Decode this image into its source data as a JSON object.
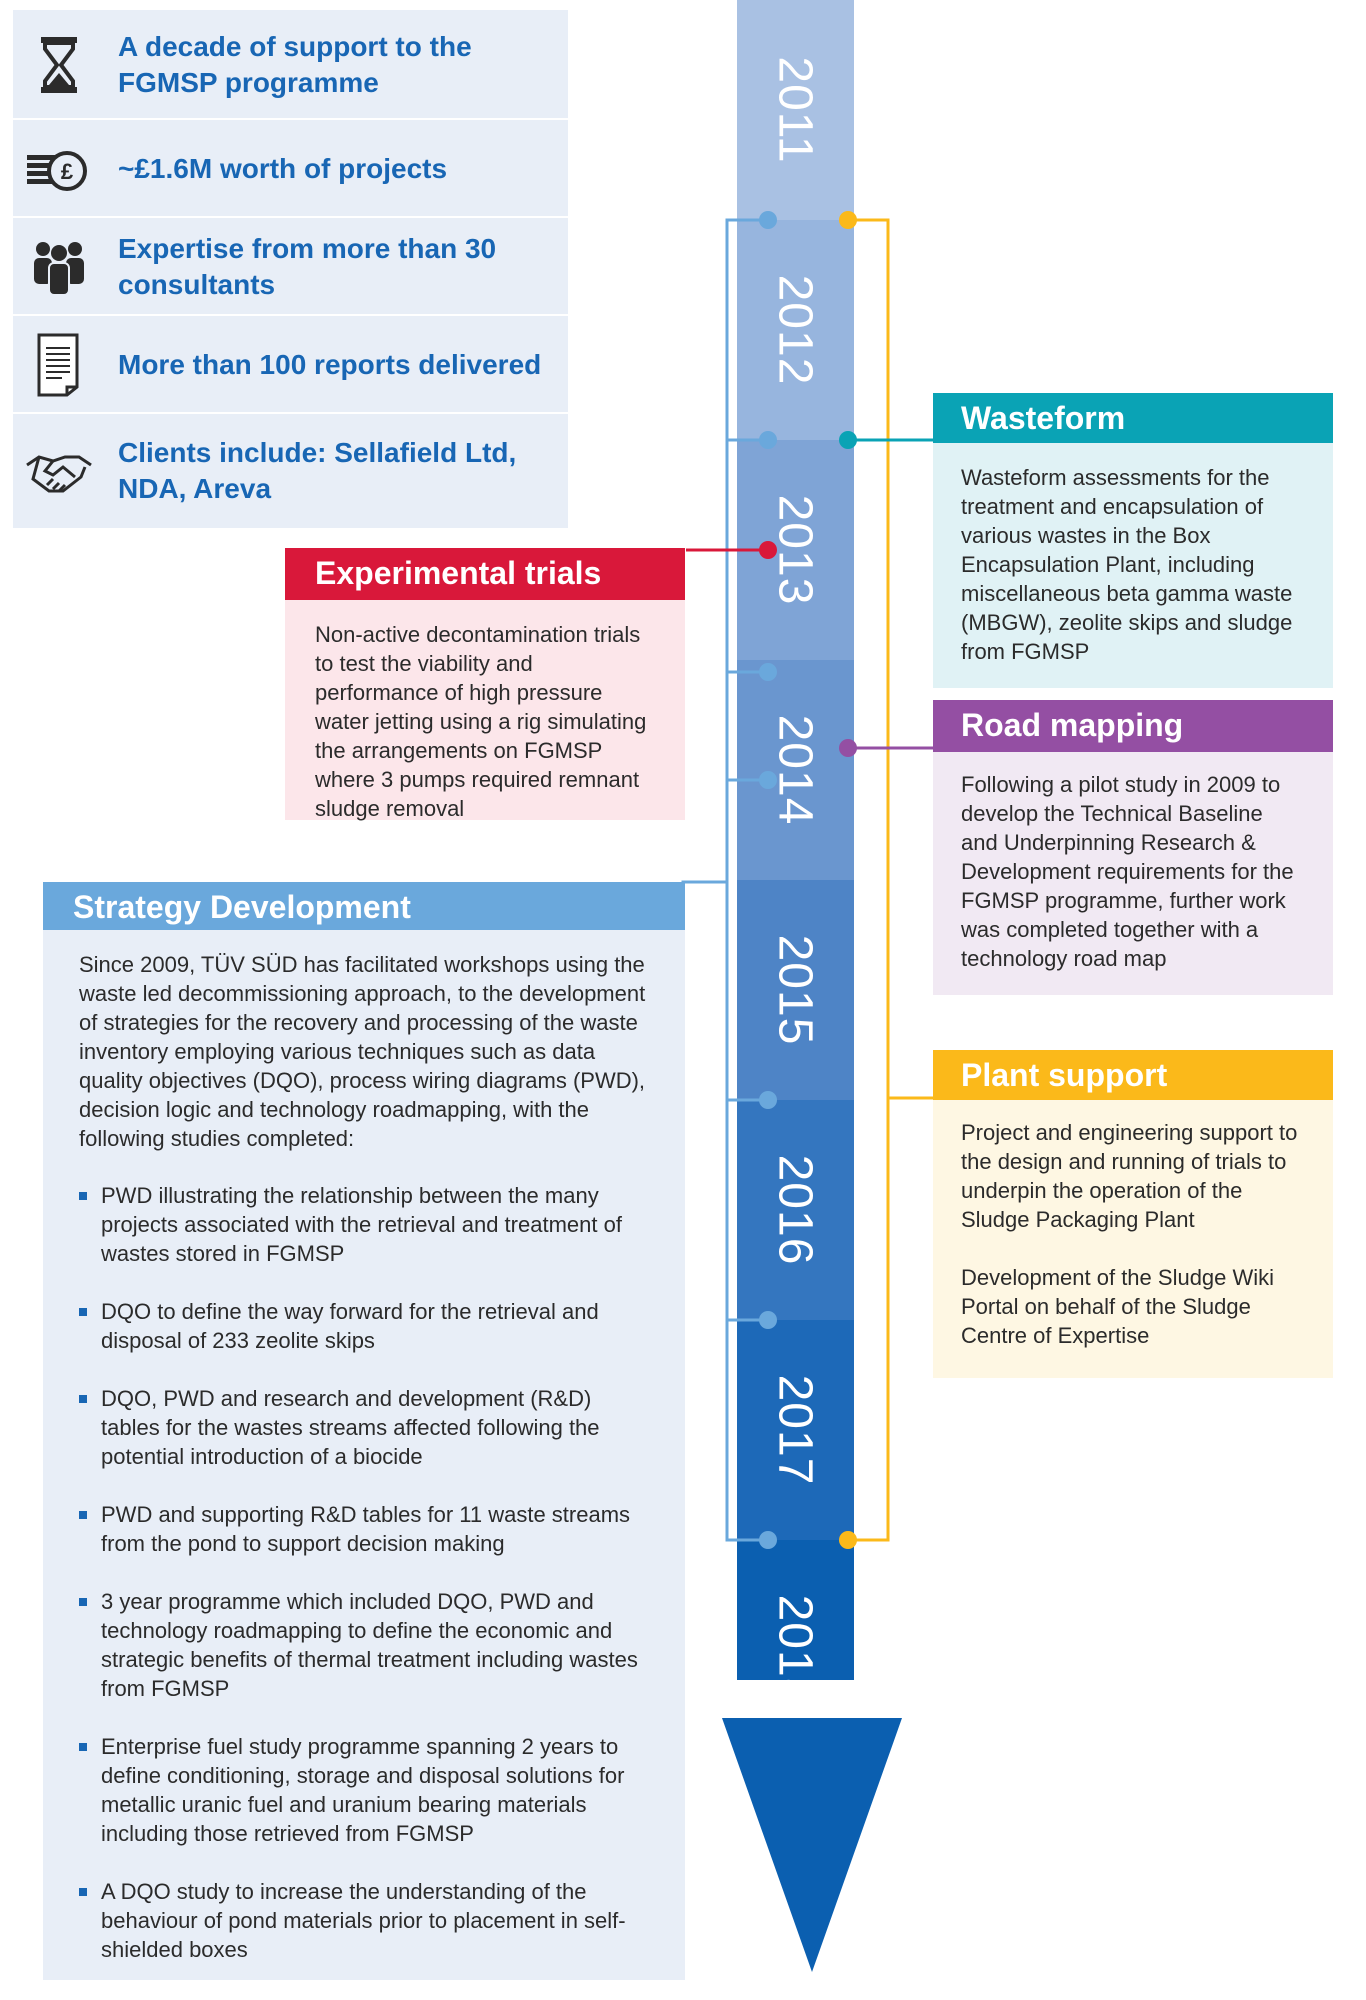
{
  "stats": [
    {
      "icon": "hourglass-icon",
      "text": "A decade of support to the FGMSP programme"
    },
    {
      "icon": "coins-pound-icon",
      "text": "~£1.6M worth of projects"
    },
    {
      "icon": "people-icon",
      "text": "Expertise from more than 30 consultants"
    },
    {
      "icon": "document-icon",
      "text": "More than 100 reports delivered"
    },
    {
      "icon": "handshake-icon",
      "text": "Clients include: Sellafield Ltd, NDA, Areva"
    }
  ],
  "timeline": {
    "years": [
      "2011",
      "2012",
      "2013",
      "2014",
      "2015",
      "2016",
      "2017",
      "2018"
    ],
    "year_colors": [
      "#a9c1e3",
      "#97b5de",
      "#7fa4d6",
      "#6a96cf",
      "#4e84c6",
      "#3476bf",
      "#1d69b8",
      "#0b5fb0"
    ]
  },
  "experimental": {
    "title": "Experimental trials",
    "body": "Non-active decontamination trials to test the viability and performance of high pressure water jetting using a rig simulating the arrangements on FGMSP where 3 pumps required remnant sludge removal",
    "color": "#d9183a",
    "bg": "#fce6ea"
  },
  "strategy": {
    "title": "Strategy Development",
    "intro": "Since 2009, TÜV SÜD has facilitated workshops using the waste led decommissioning approach, to the development of strategies for the recovery and processing of the waste inventory employing various techniques such as data quality objectives (DQO), process wiring diagrams (PWD), decision logic and technology roadmapping, with the following studies completed:",
    "items": [
      "PWD illustrating the relationship between the many projects associated with the retrieval and treatment of wastes stored in FGMSP",
      "DQO to define the way forward for the retrieval and disposal of 233 zeolite skips",
      "DQO, PWD and research and development (R&D) tables for the wastes streams affected following the potential introduction of a biocide",
      "PWD and supporting R&D tables for 11 waste streams from the pond to support decision making",
      "3 year programme which included DQO, PWD and technology roadmapping to define the economic and strategic benefits of thermal treatment including wastes from FGMSP",
      "Enterprise fuel study programme spanning 2 years to define conditioning, storage and disposal solutions for metallic uranic fuel and uranium bearing materials including those retrieved from FGMSP",
      "A DQO study to increase the understanding of the behaviour of pond materials prior to placement in self-shielded boxes"
    ],
    "color": "#6aa8dc",
    "bg": "#e8eef7"
  },
  "wasteform": {
    "title": "Wasteform assessments",
    "body": "Wasteform assessments for the treatment and encapsulation of various wastes in the Box Encapsulation Plant, including miscellaneous beta gamma waste (MBGW), zeolite skips and sludge from FGMSP",
    "color": "#0aa3b5",
    "bg": "#e0f2f5"
  },
  "roadmap": {
    "title": "Road mapping",
    "body": "Following a pilot study in 2009 to develop the Technical Baseline and Underpinning Research & Development requirements for the FGMSP programme, further work was completed together with a technology road map",
    "color": "#944fa3",
    "bg": "#f1e9f3"
  },
  "plant": {
    "title": "Plant support",
    "body1": "Project and engineering support to the design and running of trials to underpin the operation of the Sludge Packaging Plant",
    "body2": "Development of the Sludge Wiki Portal on behalf of the Sludge Centre of Expertise",
    "color": "#fbb91a",
    "bg": "#fef7e3"
  }
}
